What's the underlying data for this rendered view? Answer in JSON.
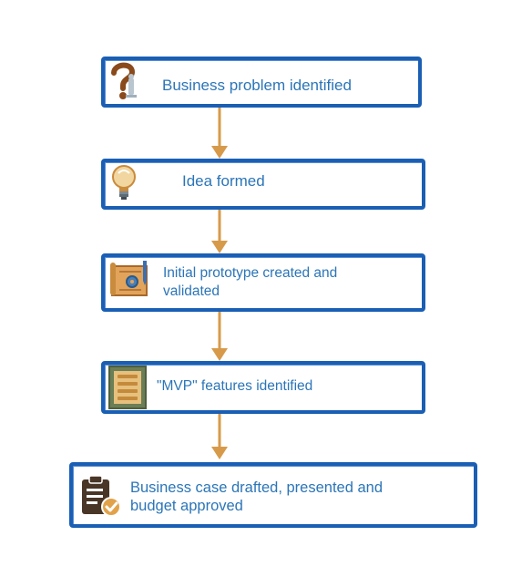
{
  "diagram": {
    "steps": [
      {
        "line1": "Business problem identified",
        "line2": "",
        "icon": "question-person-icon"
      },
      {
        "line1": "Idea formed",
        "line2": "",
        "icon": "lightbulb-icon"
      },
      {
        "line1": "Initial prototype created and",
        "line2": "validated",
        "icon": "blueprint-gear-icon"
      },
      {
        "line1": "\"MVP\" features identified",
        "line2": "",
        "icon": "document-list-icon"
      },
      {
        "line1": "Business case drafted, presented and",
        "line2": "budget approved",
        "icon": "clipboard-check-icon"
      }
    ],
    "colors": {
      "box_border": "#1a5fb4",
      "text": "#2b75b8",
      "arrow": "#d79a4a"
    }
  }
}
